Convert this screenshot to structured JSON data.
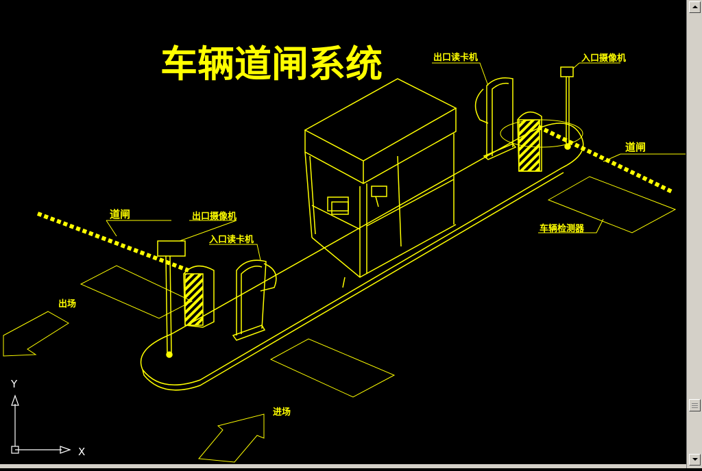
{
  "title": "车辆道闸系统",
  "labels": {
    "exit_reader": "出口读卡机",
    "entry_camera": "入口摄像机",
    "barrier_right": "道闸",
    "vehicle_detector": "车辆检测器",
    "barrier_left": "道闸",
    "exit_camera": "出口摄像机",
    "entry_reader": "入口读卡机",
    "exit_direction": "出场",
    "entry_direction": "进场"
  },
  "axes": {
    "y": "Y",
    "x": "X"
  },
  "colors": {
    "background": "#000000",
    "line": "#ffff00",
    "title": "#ffff00",
    "axis": "#ffffff"
  },
  "icons": [
    "ucs-axis-icon",
    "arrow-icon",
    "scroll-up-icon",
    "scroll-down-icon"
  ]
}
